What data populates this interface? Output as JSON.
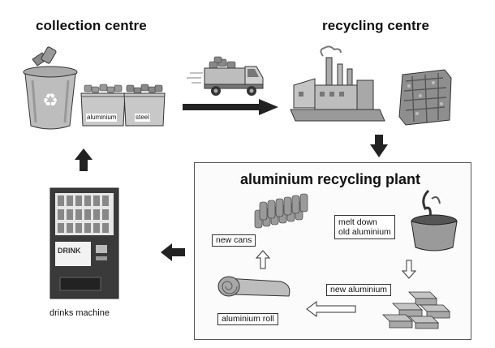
{
  "headings": {
    "collection_centre": "collection centre",
    "recycling_centre": "recycling centre",
    "aluminium_recycling_plant": "aluminium recycling plant"
  },
  "crates": {
    "left_label": "aluminium",
    "right_label": "steel"
  },
  "vending": {
    "sign": "DRINK",
    "caption": "drinks machine"
  },
  "plant_labels": {
    "melt_down": [
      "melt down",
      "old aluminium"
    ],
    "new_aluminium": "new aluminium",
    "aluminium_roll": "aluminium roll",
    "new_cans": "new cans"
  },
  "icons": [
    "recycle-bin-icon",
    "truck-icon",
    "factory-icon",
    "compressed-bale-icon",
    "crucible-icon",
    "ingots-icon",
    "roll-icon",
    "cans-icon",
    "vending-machine-icon"
  ]
}
